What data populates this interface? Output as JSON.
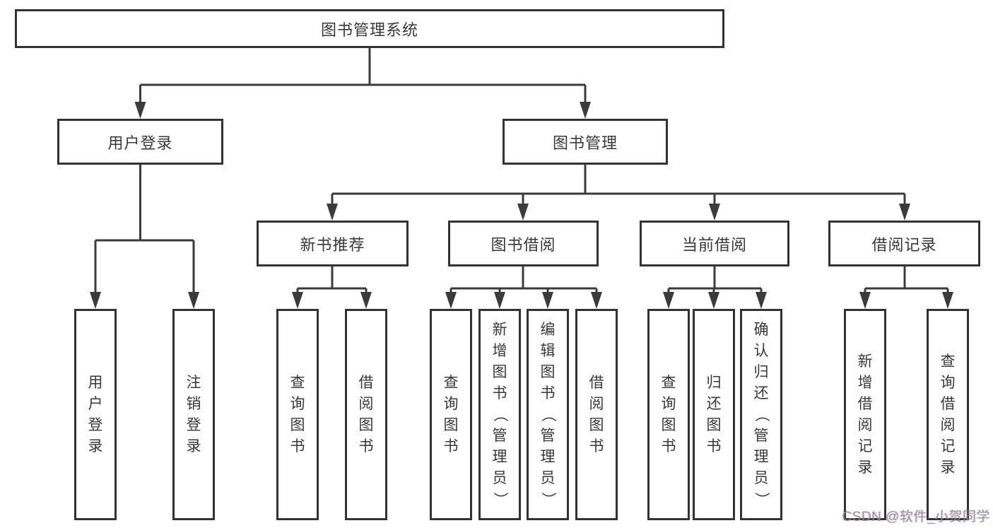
{
  "diagram": {
    "watermark": "CSDN @软件_小贺同学",
    "colors": {
      "line": "#3b3b3b",
      "border": "#333333",
      "text": "#383838",
      "background": "#ffffff",
      "watermark": "#8a8a90"
    },
    "tree": {
      "root": {
        "label": "图书管理系统"
      },
      "branches": [
        {
          "label": "用户登录",
          "children": [
            {
              "label": "用户登录"
            },
            {
              "label": "注销登录"
            }
          ]
        },
        {
          "label": "图书管理",
          "children": [
            {
              "label": "新书推荐",
              "children": [
                {
                  "label": "查询图书"
                },
                {
                  "label": "借阅图书"
                }
              ]
            },
            {
              "label": "图书借阅",
              "children": [
                {
                  "label": "查询图书"
                },
                {
                  "label": "新增图书（管理员）"
                },
                {
                  "label": "编辑图书（管理员）"
                },
                {
                  "label": "借阅图书"
                }
              ]
            },
            {
              "label": "当前借阅",
              "children": [
                {
                  "label": "查询图书"
                },
                {
                  "label": "归还图书"
                },
                {
                  "label": "确认归还（管理员）"
                }
              ]
            },
            {
              "label": "借阅记录",
              "children": [
                {
                  "label": "新增借阅记录"
                },
                {
                  "label": "查询借阅记录"
                }
              ]
            }
          ]
        }
      ]
    }
  }
}
